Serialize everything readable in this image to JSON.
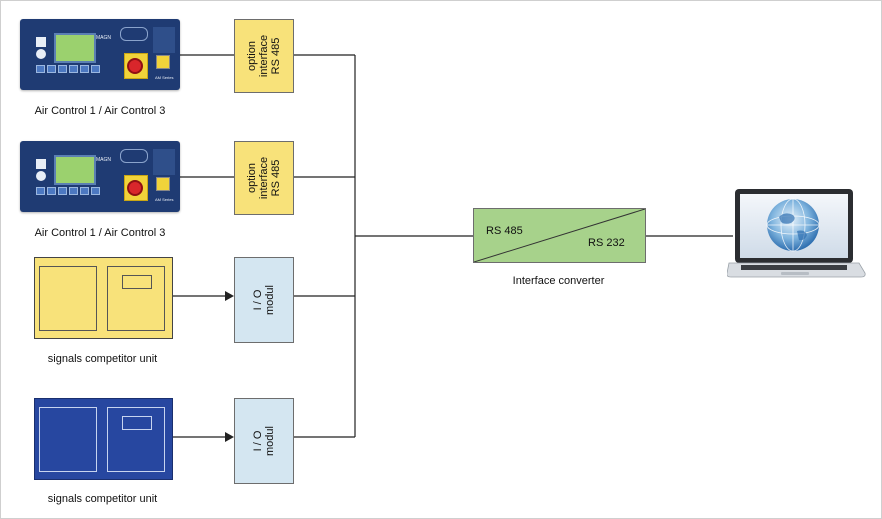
{
  "devices": {
    "air_control_1_label": "Air Control 1 / Air Control 3",
    "air_control_2_label": "Air Control 1 / Air Control 3",
    "competitor_yellow_label": "signals competitor unit",
    "competitor_blue_label": "signals competitor unit"
  },
  "interfaces": {
    "option_1": [
      "option",
      "interface",
      "RS 485"
    ],
    "option_2": [
      "option",
      "interface",
      "RS 485"
    ],
    "io_1": [
      "I / O",
      "modul"
    ],
    "io_2": [
      "I / O",
      "modul"
    ]
  },
  "converter": {
    "left_label": "RS 485",
    "right_label": "RS 232",
    "caption": "Interface converter"
  },
  "panel_text": {
    "brand": "MAGN",
    "series": "AM Series"
  },
  "colors": {
    "interface_yellow": "#f8e27a",
    "io_blue": "#d4e6f1",
    "converter_green": "#a7d28b",
    "panel_navy": "#1f3b73",
    "competitor_yellow": "#f8e27a",
    "competitor_blue": "#2747a0"
  }
}
